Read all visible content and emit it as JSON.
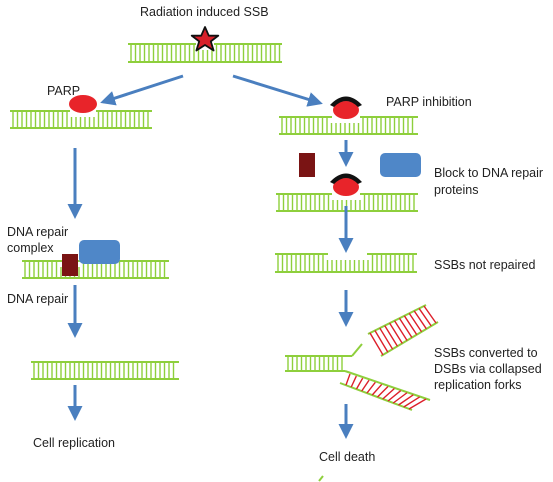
{
  "colors": {
    "dna": "#8ecf3c",
    "dna_broken": "#dd1f2a",
    "parp": "#e8242a",
    "inhibitor": "#111111",
    "arrow": "#4a7fbf",
    "repair_block": "#7a1414",
    "repair_protein": "#4f87c8",
    "star": "#d8202a"
  },
  "labels": {
    "top": "Radiation induced SSB",
    "parp": "PARP",
    "parp_inhibition": "PARP inhibition",
    "block_line1": "Block to DNA repair",
    "block_line2": "proteins",
    "repair_complex_line1": "DNA repair",
    "repair_complex_line2": "complex",
    "ssbs_not_repaired": "SSBs not repaired",
    "dna_repair": "DNA repair",
    "dsb_line1": "SSBs converted to",
    "dsb_line2": "DSBs via collapsed",
    "dsb_line3": "replication forks",
    "cell_replication": "Cell replication",
    "cell_death": "Cell death"
  },
  "icons": {
    "damage": "star-icon",
    "parp_enzyme": "parp-ellipse-icon",
    "inhibitor": "inhibitor-cap-icon",
    "repair_block": "repair-block-icon",
    "repair_protein": "repair-protein-icon"
  }
}
